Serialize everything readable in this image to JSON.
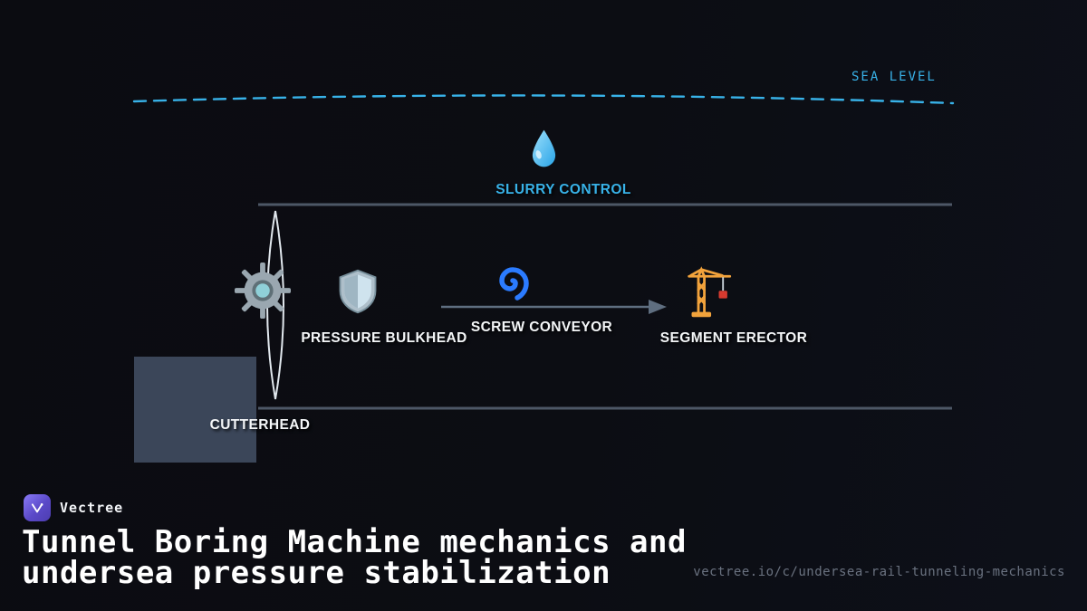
{
  "colors": {
    "accent": "#38b2e8",
    "line": "#4d5766",
    "arrow": "#5f6e80",
    "label": "#f4f6f8",
    "muted": "#6a7280",
    "face": "#3b4659"
  },
  "diagram": {
    "sea_level": "SEA LEVEL",
    "slurry_control": "SLURRY CONTROL",
    "pressure_bulkhead": "PRESSURE BULKHEAD",
    "screw_conveyor": "SCREW CONVEYOR",
    "segment_erector": "SEGMENT ERECTOR",
    "cutterhead": "CUTTERHEAD",
    "icons": {
      "droplet-icon": "water-drop",
      "gear-icon": "gear",
      "shield-icon": "shield",
      "spiral-icon": "cyclone-spiral",
      "crane-icon": "construction-crane",
      "vectree-logo": "brand-mark"
    }
  },
  "footer": {
    "brand": "Vectree",
    "title_line1": "Tunnel Boring Machine mechanics and",
    "title_line2": "undersea pressure stabilization",
    "url": "vectree.io/c/undersea-rail-tunneling-mechanics"
  }
}
